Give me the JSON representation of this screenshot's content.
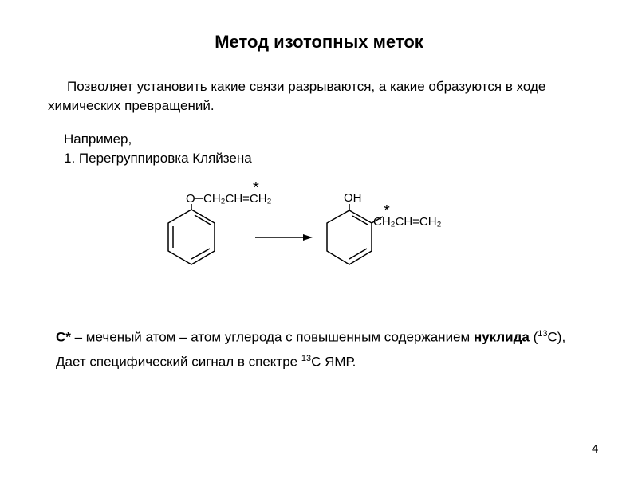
{
  "slide": {
    "title": "Метод изотопных меток",
    "intro": "Позволяет установить какие связи разрываются, а какие образуются в ходе химических превращений.",
    "example_intro": "Например,",
    "example_item": "1. Перегруппировка Кляйзена",
    "reactant": {
      "o_label": "O",
      "chain_label": "CH₂CH=CH₂",
      "star": "*"
    },
    "product": {
      "oh_label": "OH",
      "chain_label": "CH₂CH=CH₂",
      "star": "*"
    },
    "note": {
      "term": "C*",
      "text_1": " – меченый атом – атом углерода с повышенным содержанием ",
      "term_2": "нуклида",
      "text_2": " (",
      "sup_1": "13",
      "text_3": "С),  Дает специфический сигнал в спектре ",
      "sup_2": "13",
      "text_4": "С ЯМР."
    },
    "page_number": "4"
  }
}
